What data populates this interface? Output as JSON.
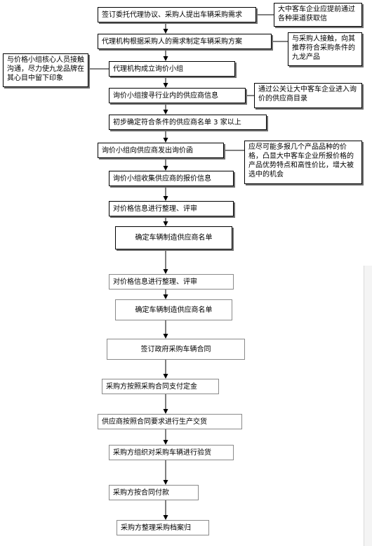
{
  "steps": [
    "签订委托代理协议、采购人提出车辆采购需求",
    "代理机构根据采购人的需求制定车辆采购方案",
    "代理机构成立询价小组",
    "询价小组搜寻行业内的供应商信息",
    "初步确定符合条件的供应商名单 3 家以上",
    "询价小组向供应商发出询价函",
    "询价小组收集供应商的报价信息",
    "对价格信息进行整理、评审",
    "确定车辆制造供应商名单",
    "对价格信息进行整理、评审",
    "确定车辆制造供应商名单",
    "签订政府采购车辆合同",
    "采购方按照采购合同支付定金",
    "供应商按照合同要求进行生产交货",
    "采购方组织对采购车辆进行验货",
    "采购方按合同付款",
    "采购方整理采购档案归"
  ],
  "notes": [
    "大中客车企业应提前通过各种渠道获取信",
    "与采购人接触，向其推荐符合采购条件的九龙产品",
    "与价格小组核心人员接触沟通，尽力使九龙品牌在其心目中留下印象",
    "通过公关让大中客车企业进入询价的供应商目录",
    "应尽可能多报几个产品品种的价格，凸显大中客车企业所报价格的产品优势特点和高性价比，增大被选中的机会"
  ]
}
